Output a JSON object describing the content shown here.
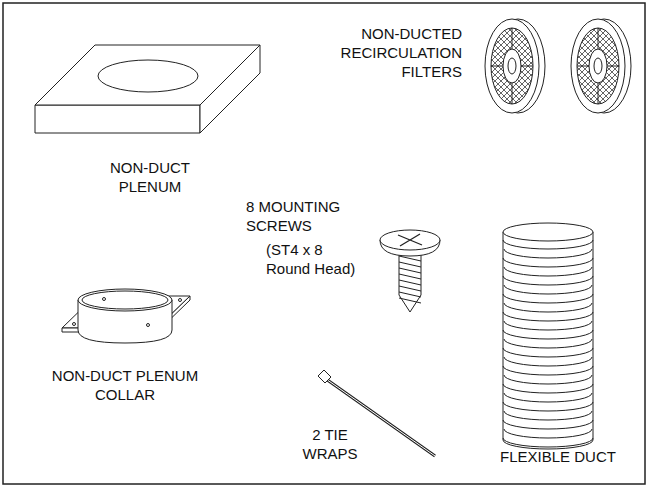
{
  "diagram": {
    "labels": [
      "NON-DUCT PLENUM",
      "NON-DUCTED RECIRCULATION FILTERS",
      "8 MOUNTING SCREWS",
      "(ST4 x 8 Round Head)",
      "NON-DUCT PLENUM COLLAR",
      "2 TIE WRAPS",
      "FLEXIBLE DUCT"
    ]
  }
}
